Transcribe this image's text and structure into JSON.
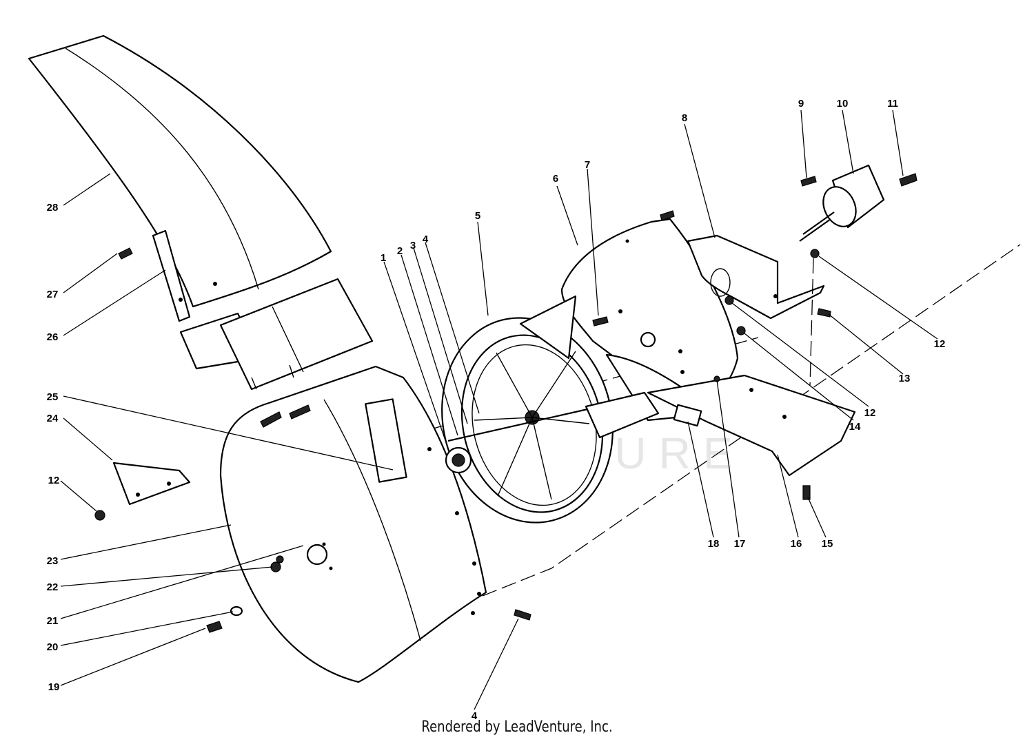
{
  "diagram": {
    "watermark_text": "LEADVENTURE",
    "credit": "Rendered by LeadVenture, Inc.",
    "callouts": [
      {
        "id": "c1",
        "label": "1"
      },
      {
        "id": "c2",
        "label": "2"
      },
      {
        "id": "c3",
        "label": "3"
      },
      {
        "id": "c4a",
        "label": "4"
      },
      {
        "id": "c4b",
        "label": "4"
      },
      {
        "id": "c5",
        "label": "5"
      },
      {
        "id": "c6",
        "label": "6"
      },
      {
        "id": "c7",
        "label": "7"
      },
      {
        "id": "c8",
        "label": "8"
      },
      {
        "id": "c9",
        "label": "9"
      },
      {
        "id": "c10",
        "label": "10"
      },
      {
        "id": "c11",
        "label": "11"
      },
      {
        "id": "c12a",
        "label": "12"
      },
      {
        "id": "c12b",
        "label": "12"
      },
      {
        "id": "c12c",
        "label": "12"
      },
      {
        "id": "c13",
        "label": "13"
      },
      {
        "id": "c14",
        "label": "14"
      },
      {
        "id": "c15",
        "label": "15"
      },
      {
        "id": "c16",
        "label": "16"
      },
      {
        "id": "c17",
        "label": "17"
      },
      {
        "id": "c18",
        "label": "18"
      },
      {
        "id": "c19",
        "label": "19"
      },
      {
        "id": "c20",
        "label": "20"
      },
      {
        "id": "c21",
        "label": "21"
      },
      {
        "id": "c22",
        "label": "22"
      },
      {
        "id": "c23",
        "label": "23"
      },
      {
        "id": "c24",
        "label": "24"
      },
      {
        "id": "c25",
        "label": "25"
      },
      {
        "id": "c26",
        "label": "26"
      },
      {
        "id": "c27",
        "label": "27"
      },
      {
        "id": "c28",
        "label": "28"
      }
    ]
  }
}
